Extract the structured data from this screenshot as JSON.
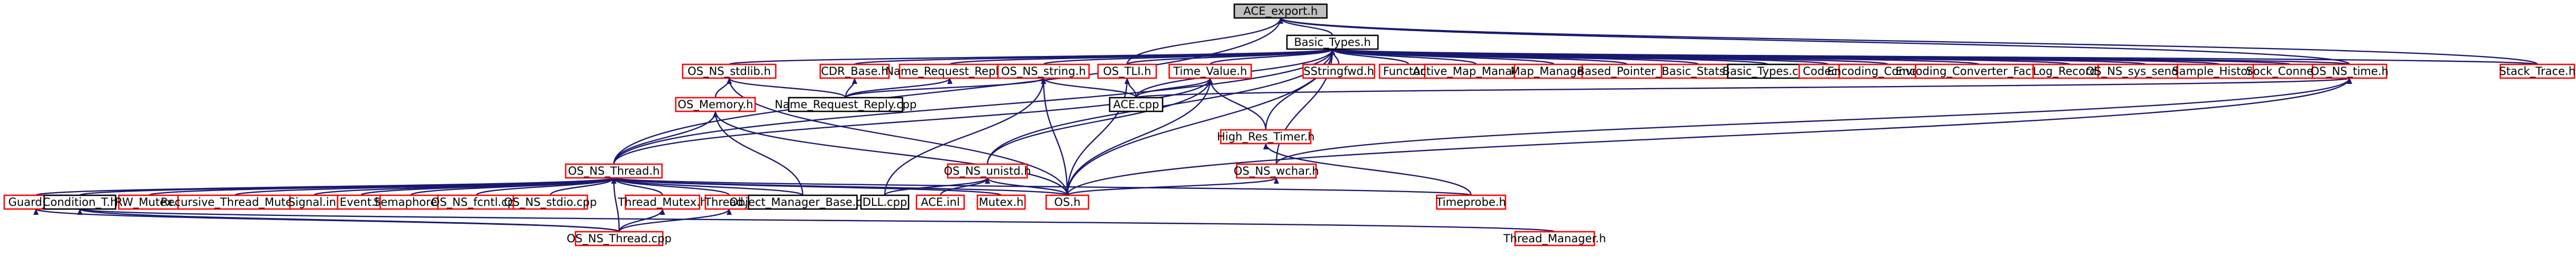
{
  "diagram": {
    "nodes": [
      {
        "id": "ace_export",
        "label": "ACE_export.h",
        "kind": "root"
      },
      {
        "id": "basic_types",
        "label": "Basic_Types.h",
        "kind": "black"
      },
      {
        "id": "os_ns_stdlib",
        "label": "OS_NS_stdlib.h",
        "kind": "red"
      },
      {
        "id": "cdr_base",
        "label": "CDR_Base.h",
        "kind": "red"
      },
      {
        "id": "name_request_reply_h",
        "label": "Name_Request_Reply.h",
        "kind": "red"
      },
      {
        "id": "os_ns_string",
        "label": "OS_NS_string.h",
        "kind": "red"
      },
      {
        "id": "os_tli",
        "label": "OS_TLI.h",
        "kind": "red"
      },
      {
        "id": "time_value",
        "label": "Time_Value.h",
        "kind": "red"
      },
      {
        "id": "sstring",
        "label": "SStringfwd.h",
        "kind": "red"
      },
      {
        "id": "functor",
        "label": "Functor.h",
        "kind": "red"
      },
      {
        "id": "active_map",
        "label": "Active_Map_Manager.h",
        "kind": "red"
      },
      {
        "id": "map_manager",
        "label": "Map_Manager.h",
        "kind": "red"
      },
      {
        "id": "based_pointer",
        "label": "Based_Pointer_T.h",
        "kind": "red"
      },
      {
        "id": "basic_stats",
        "label": "Basic_Stats.h",
        "kind": "red"
      },
      {
        "id": "basic_types_cpp",
        "label": "Basic_Types.cpp",
        "kind": "black"
      },
      {
        "id": "codecs",
        "label": "Codecs.h",
        "kind": "red"
      },
      {
        "id": "enc_conv",
        "label": "Encoding_Converter.h",
        "kind": "red"
      },
      {
        "id": "enc_conv_factory",
        "label": "Encoding_Converter_Factory.h",
        "kind": "red"
      },
      {
        "id": "log_record",
        "label": "Log_Record.h",
        "kind": "red"
      },
      {
        "id": "os_ns_sys_sendfile",
        "label": "OS_NS_sys_sendfile.h",
        "kind": "red"
      },
      {
        "id": "sample_history",
        "label": "Sample_History.h",
        "kind": "red"
      },
      {
        "id": "sock_connect",
        "label": "Sock_Connect.h",
        "kind": "red"
      },
      {
        "id": "os_ns_time",
        "label": "OS_NS_time.h",
        "kind": "red"
      },
      {
        "id": "stack_trace",
        "label": "Stack_Trace.h",
        "kind": "red"
      },
      {
        "id": "os_memory",
        "label": "OS_Memory.h",
        "kind": "red"
      },
      {
        "id": "name_request_reply_cpp",
        "label": "Name_Request_Reply.cpp",
        "kind": "black"
      },
      {
        "id": "ace_cpp",
        "label": "ACE.cpp",
        "kind": "black"
      },
      {
        "id": "high_res_timer",
        "label": "High_Res_Timer.h",
        "kind": "red"
      },
      {
        "id": "os_ns_wchar",
        "label": "OS_NS_wchar.h",
        "kind": "red"
      },
      {
        "id": "os_ns_thread_h",
        "label": "OS_NS_Thread.h",
        "kind": "red"
      },
      {
        "id": "os_ns_unistd",
        "label": "OS_NS_unistd.h",
        "kind": "red"
      },
      {
        "id": "guard_t",
        "label": "Guard_T.h",
        "kind": "red"
      },
      {
        "id": "condition_t",
        "label": "Condition_T.h",
        "kind": "black"
      },
      {
        "id": "rw_mutex",
        "label": "RW_Mutex.h",
        "kind": "red"
      },
      {
        "id": "recursive_thread_mutex",
        "label": "Recursive_Thread_Mutex.h",
        "kind": "red"
      },
      {
        "id": "signal_h",
        "label": "Signal.inl",
        "kind": "red"
      },
      {
        "id": "event_h",
        "label": "Event.h",
        "kind": "red"
      },
      {
        "id": "semaphore",
        "label": "Semaphore.h",
        "kind": "red"
      },
      {
        "id": "os_ns_fcntl_cpp",
        "label": "OS_NS_fcntl.cpp",
        "kind": "red"
      },
      {
        "id": "os_ns_stdio_cpp",
        "label": "OS_NS_stdio.cpp",
        "kind": "red"
      },
      {
        "id": "thread_mutex",
        "label": "Thread_Mutex.h",
        "kind": "red"
      },
      {
        "id": "thread_h",
        "label": "Thread.h",
        "kind": "red"
      },
      {
        "id": "object_manager_base_cpp",
        "label": "Object_Manager_Base.cpp",
        "kind": "black"
      },
      {
        "id": "dll_cpp",
        "label": "DLL.cpp",
        "kind": "black"
      },
      {
        "id": "ace_inl",
        "label": "ACE.inl",
        "kind": "red"
      },
      {
        "id": "mutex_h",
        "label": "Mutex.h",
        "kind": "red"
      },
      {
        "id": "os_h",
        "label": "OS.h",
        "kind": "red"
      },
      {
        "id": "timeprobe",
        "label": "Timeprobe.h",
        "kind": "red"
      },
      {
        "id": "os_ns_thread_cpp",
        "label": "OS_NS_Thread.cpp",
        "kind": "red"
      },
      {
        "id": "thread_manager",
        "label": "Thread_Manager.h",
        "kind": "red"
      }
    ],
    "edges": [
      [
        "basic_types",
        "ace_export"
      ],
      [
        "os_ns_thread_h",
        "ace_export"
      ],
      [
        "os_tli",
        "ace_export"
      ],
      [
        "os_ns_time",
        "ace_export"
      ],
      [
        "stack_trace",
        "ace_export"
      ],
      [
        "os_ns_stdlib",
        "basic_types"
      ],
      [
        "cdr_base",
        "basic_types"
      ],
      [
        "name_request_reply_h",
        "basic_types"
      ],
      [
        "os_ns_string",
        "basic_types"
      ],
      [
        "os_tli",
        "basic_types"
      ],
      [
        "time_value",
        "basic_types"
      ],
      [
        "sstring",
        "basic_types"
      ],
      [
        "functor",
        "basic_types"
      ],
      [
        "active_map",
        "basic_types"
      ],
      [
        "map_manager",
        "basic_types"
      ],
      [
        "based_pointer",
        "basic_types"
      ],
      [
        "basic_stats",
        "basic_types"
      ],
      [
        "basic_types_cpp",
        "basic_types"
      ],
      [
        "codecs",
        "basic_types"
      ],
      [
        "enc_conv",
        "basic_types"
      ],
      [
        "enc_conv_factory",
        "basic_types"
      ],
      [
        "log_record",
        "basic_types"
      ],
      [
        "os_ns_sys_sendfile",
        "basic_types"
      ],
      [
        "sample_history",
        "basic_types"
      ],
      [
        "sock_connect",
        "basic_types"
      ],
      [
        "os_ns_time",
        "basic_types"
      ],
      [
        "stack_trace",
        "basic_types"
      ],
      [
        "high_res_timer",
        "basic_types"
      ],
      [
        "ace_cpp",
        "basic_types"
      ],
      [
        "os_h",
        "basic_types"
      ],
      [
        "os_ns_wchar",
        "basic_types"
      ],
      [
        "os_ns_unistd",
        "basic_types"
      ],
      [
        "os_ns_thread_h",
        "basic_types"
      ],
      [
        "os_memory",
        "os_ns_stdlib"
      ],
      [
        "name_request_reply_cpp",
        "os_ns_stdlib"
      ],
      [
        "os_h",
        "os_ns_stdlib"
      ],
      [
        "name_request_reply_cpp",
        "cdr_base"
      ],
      [
        "name_request_reply_cpp",
        "name_request_reply_h"
      ],
      [
        "name_request_reply_cpp",
        "os_ns_string"
      ],
      [
        "ace_cpp",
        "os_ns_string"
      ],
      [
        "os_h",
        "os_ns_string"
      ],
      [
        "dll_cpp",
        "os_ns_string"
      ],
      [
        "ace_cpp",
        "os_tli"
      ],
      [
        "os_h",
        "os_tli"
      ],
      [
        "high_res_timer",
        "time_value"
      ],
      [
        "ace_cpp",
        "time_value"
      ],
      [
        "os_h",
        "time_value"
      ],
      [
        "os_ns_thread_h",
        "time_value"
      ],
      [
        "os_ns_unistd",
        "time_value"
      ],
      [
        "os_ns_wchar",
        "os_ns_time"
      ],
      [
        "os_h",
        "os_ns_time"
      ],
      [
        "ace_cpp",
        "os_ns_time"
      ],
      [
        "os_ns_thread_h",
        "os_memory"
      ],
      [
        "os_h",
        "os_memory"
      ],
      [
        "object_manager_base_cpp",
        "os_memory"
      ],
      [
        "os_h",
        "os_ns_wchar"
      ],
      [
        "os_h",
        "os_ns_unistd"
      ],
      [
        "ace_inl",
        "os_ns_unistd"
      ],
      [
        "dll_cpp",
        "os_ns_unistd"
      ],
      [
        "timeprobe",
        "high_res_timer"
      ],
      [
        "guard_t",
        "os_ns_thread_h"
      ],
      [
        "condition_t",
        "os_ns_thread_h"
      ],
      [
        "rw_mutex",
        "os_ns_thread_h"
      ],
      [
        "recursive_thread_mutex",
        "os_ns_thread_h"
      ],
      [
        "signal_h",
        "os_ns_thread_h"
      ],
      [
        "event_h",
        "os_ns_thread_h"
      ],
      [
        "semaphore",
        "os_ns_thread_h"
      ],
      [
        "os_ns_fcntl_cpp",
        "os_ns_thread_h"
      ],
      [
        "os_ns_stdio_cpp",
        "os_ns_thread_h"
      ],
      [
        "thread_mutex",
        "os_ns_thread_h"
      ],
      [
        "thread_h",
        "os_ns_thread_h"
      ],
      [
        "object_manager_base_cpp",
        "os_ns_thread_h"
      ],
      [
        "mutex_h",
        "os_ns_thread_h"
      ],
      [
        "os_h",
        "os_ns_thread_h"
      ],
      [
        "os_ns_thread_cpp",
        "os_ns_thread_h"
      ],
      [
        "timeprobe",
        "os_ns_thread_h"
      ],
      [
        "os_ns_thread_cpp",
        "guard_t"
      ],
      [
        "os_ns_thread_cpp",
        "condition_t"
      ],
      [
        "os_ns_thread_cpp",
        "thread_mutex"
      ],
      [
        "os_ns_thread_cpp",
        "thread_h"
      ],
      [
        "thread_manager",
        "condition_t"
      ]
    ]
  }
}
